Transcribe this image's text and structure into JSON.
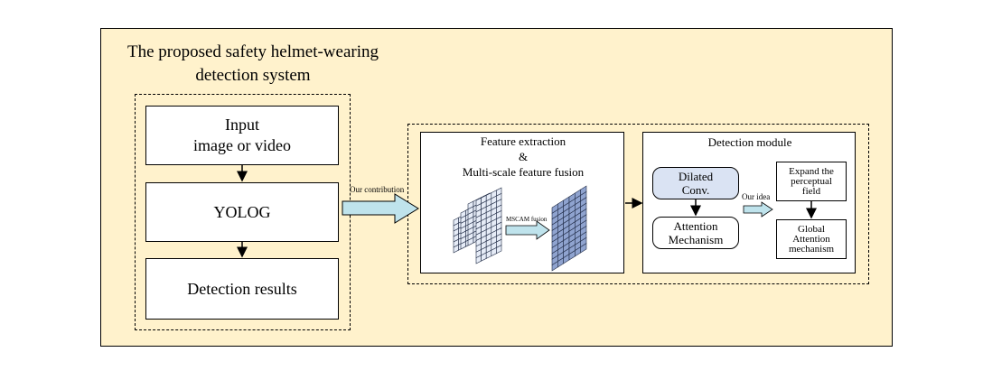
{
  "title_lines": [
    "The proposed safety helmet-wearing",
    "detection system"
  ],
  "input_box": {
    "line1": "Input",
    "line2": "image or video"
  },
  "yolog_label": "YOLOG",
  "results_label": "Detection results",
  "contribution_label": "Our contribution",
  "feature_panel": {
    "line1": "Feature extraction",
    "line2": "&",
    "line3": "Multi-scale feature fusion"
  },
  "mscam_label": "MSCAM fusion",
  "detection_panel": {
    "title": "Detection module"
  },
  "dilated_box": {
    "line1": "Dilated",
    "line2": "Conv."
  },
  "attention_box": {
    "line1": "Attention",
    "line2": "Mechanism"
  },
  "idea_label": "Our idea",
  "expand_box": {
    "line1": "Expand the",
    "line2": "perceptual",
    "line3": "field"
  },
  "global_box": {
    "line1": "Global",
    "line2": "Attention",
    "line3": "mechanism"
  },
  "colors": {
    "panel_bg": "#fff2cc",
    "arrow_fill": "#bfe3ec",
    "dilated_fill": "#dae3f3",
    "grid_fill_light": "#e6ecf7",
    "grid_fill_dark": "#8fa3cf"
  }
}
